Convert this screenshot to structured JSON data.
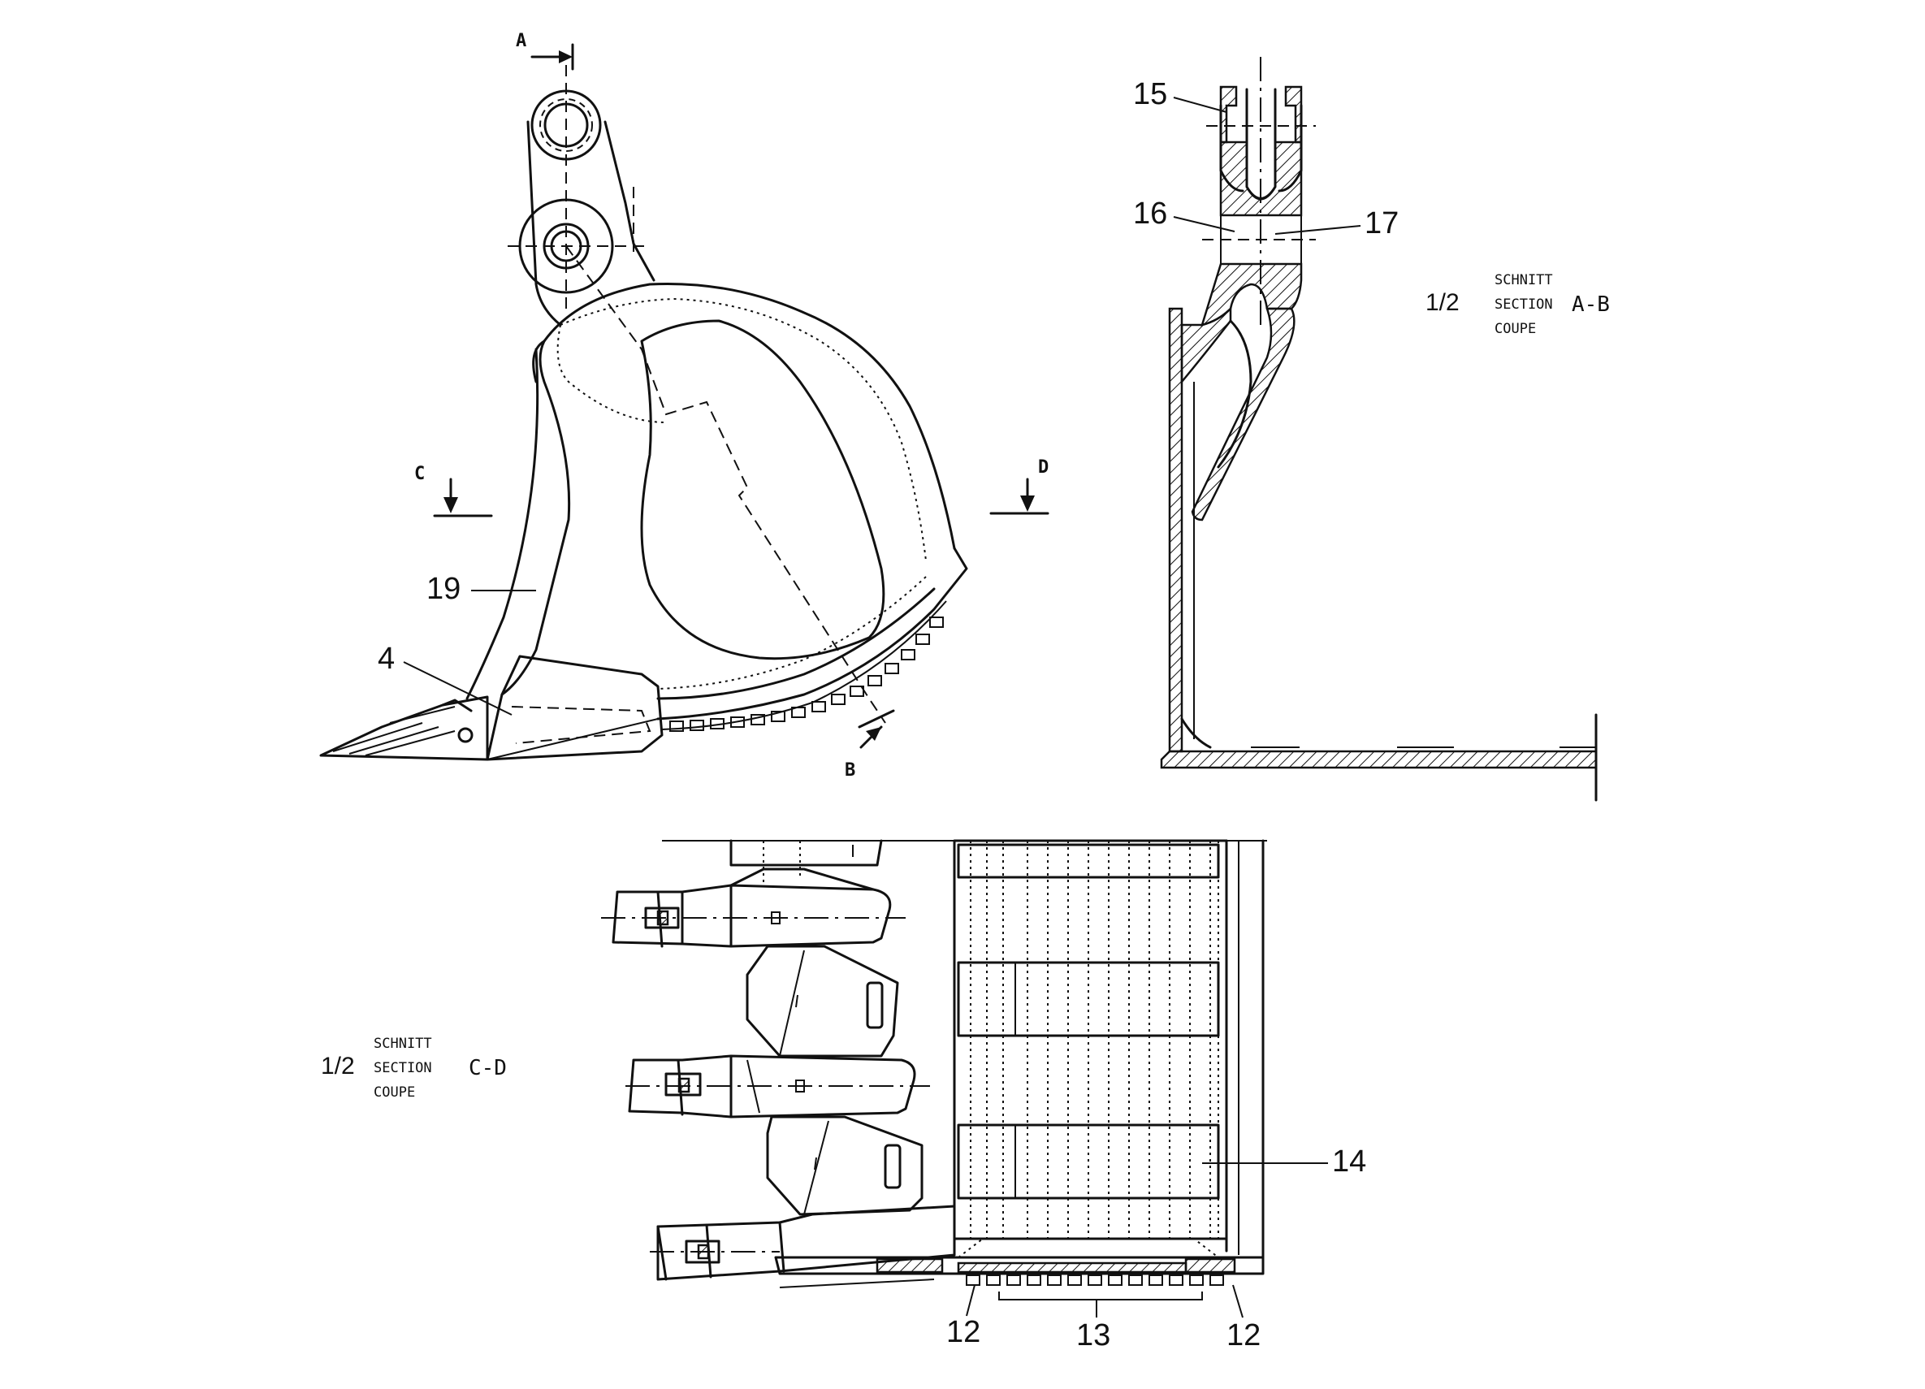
{
  "side_view": {
    "callouts": [
      "19",
      "4"
    ],
    "section_marks": [
      "A",
      "B",
      "C",
      "D"
    ]
  },
  "section_ab": {
    "scale": "1/2",
    "words": [
      "SCHNITT",
      "SECTION",
      "COUPE"
    ],
    "id": "A-B",
    "callouts": [
      "15",
      "16",
      "17"
    ]
  },
  "section_cd": {
    "scale": "1/2",
    "words": [
      "SCHNITT",
      "SECTION",
      "COUPE"
    ],
    "id": "C-D",
    "callouts": [
      "14",
      "12",
      "13",
      "12"
    ]
  }
}
